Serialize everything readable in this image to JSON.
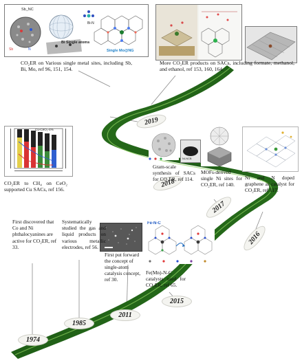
{
  "colors": {
    "ribbon_dark": "#1f5e16",
    "ribbon_mid": "#3b8b26",
    "ribbon_light": "#86c95a",
    "leader_line": "#8a8a8a",
    "frame_border": "#7a7a7a"
  },
  "milestones": [
    {
      "year": "1974",
      "text": "First discovered that Co and Ni phthalocyanines are active for CO₂ER, ref 33."
    },
    {
      "year": "1985",
      "text": "Systematically studied the gas and liquid products on various metallic electrodes, ref 56."
    },
    {
      "year": "2011",
      "text": "First put forward the concept of single-atom catalysis concept, ref 30."
    },
    {
      "year": "2015",
      "text": "Fe(Mn)-N-C catalysts used for CO₂ER, ref 65.",
      "image_labels": {
        "title": "Fe-N-C"
      }
    },
    {
      "year": "2016",
      "text": "Ni and N doped graphene as catalyst for CO₂ER, ref 117."
    },
    {
      "year": "2017",
      "text": "MOFs-derived single Ni sites for CO₂ER, ref 140."
    },
    {
      "year": "2018",
      "text": "Gram-scale synthesis of SACs for CO₂ER, ref 114.",
      "image_labels": {
        "tag": "Ni-NCB"
      }
    },
    {
      "year": "2019",
      "text": "CO₂ER to CH₄ on CeO₂ supported Cu SACs, ref 156.",
      "image_labels": {
        "legend": "Cu-CeO₂-4%"
      }
    }
  ],
  "top_notes": [
    {
      "text": "CO₂ER on Various single metal sites, including Sb, Bi, Mo, ref 96, 151, 154.",
      "image_labels": {
        "sb_nc": "Sb_NC",
        "sb": "Sb",
        "n": "N",
        "bi_single_atoms": "Bi Single atoms",
        "bi_n": "Bi-N",
        "mo": "Single Mo@NG"
      }
    },
    {
      "text": "More CO₂ER products on SACs, including formate, methanol, and ethanol, ref 153, 160, 164."
    }
  ]
}
